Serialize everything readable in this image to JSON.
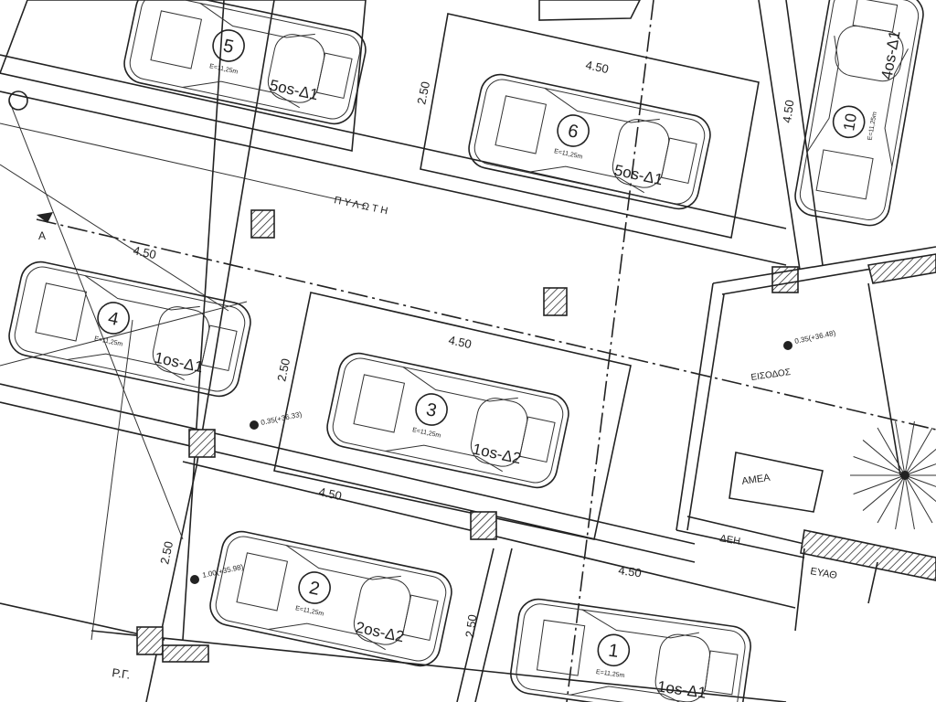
{
  "plan": {
    "cars": [
      {
        "number": "5",
        "level": "5os-Δ1",
        "elevation": "E=11,25m"
      },
      {
        "number": "6",
        "level": "5os-Δ1",
        "elevation": "E=11,25m"
      },
      {
        "number": "10",
        "level": "4os-Δ1",
        "elevation": "E=11,25m"
      },
      {
        "number": "4",
        "level": "1os-Δ1",
        "elevation": "E=11,25m"
      },
      {
        "number": "3",
        "level": "1os-Δ2",
        "elevation": "E=11,25m"
      },
      {
        "number": "2",
        "level": "2os-Δ2",
        "elevation": "E=11,25m"
      },
      {
        "number": "1",
        "level": "1os-Δ1",
        "elevation": "E=11,25m"
      }
    ],
    "dimensions": [
      "4.50",
      "2.50",
      "4.50",
      "4.50",
      "2.50",
      "4.50",
      "4.50",
      "4.50",
      "2.50",
      "2.50"
    ],
    "labels": {
      "pilotis": "ΠΥΛΩΤΗ",
      "entrance": "ΕΙΣΟΔΟΣ",
      "disabled": "ΑΜΕΑ",
      "electric": "ΔΕΗ",
      "water": "ΕΥΑΘ",
      "building_line": "Ρ.Γ.",
      "section": "Α"
    },
    "elevations": [
      "0.35(+36.33)",
      "0.35(+36.48)",
      "1.00(+35.98)"
    ]
  }
}
